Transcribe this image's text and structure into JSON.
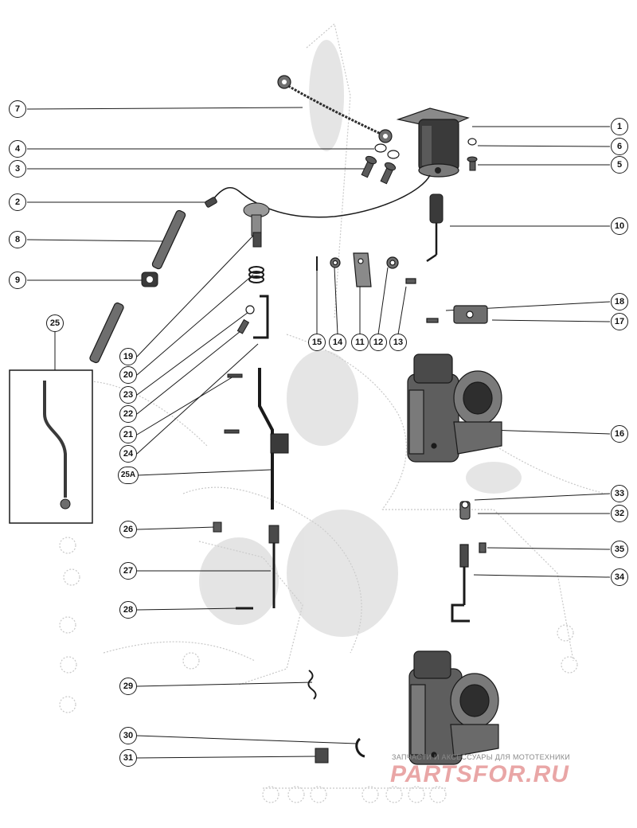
{
  "colors": {
    "ink": "#1a1a1a",
    "part_fill": "#6e6e6e",
    "part_dark": "#2e2e2e",
    "ghost": "#c8c8c8",
    "logo": "#e9a6a6",
    "watermark_text": "#8a8a8a"
  },
  "callouts": {
    "c1": "1",
    "c2": "2",
    "c3": "3",
    "c4": "4",
    "c5": "5",
    "c6": "6",
    "c7": "7",
    "c8": "8",
    "c9": "9",
    "c10": "10",
    "c11": "11",
    "c12": "12",
    "c13": "13",
    "c14": "14",
    "c15": "15",
    "c16": "16",
    "c17": "17",
    "c18": "18",
    "c19": "19",
    "c20": "20",
    "c21": "21",
    "c22": "22",
    "c23": "23",
    "c24": "24",
    "c25": "25",
    "c25a": "25A",
    "c26": "26",
    "c27": "27",
    "c28": "28",
    "c29": "29",
    "c30": "30",
    "c31": "31",
    "c32": "32",
    "c33": "33",
    "c34": "34",
    "c35": "35"
  },
  "watermark": {
    "caption": "ЗАПЧАСТИ И АКСЕССУАРЫ ДЛЯ МОТОТЕХНИКИ",
    "logo": "PARTSFOR.RU"
  }
}
